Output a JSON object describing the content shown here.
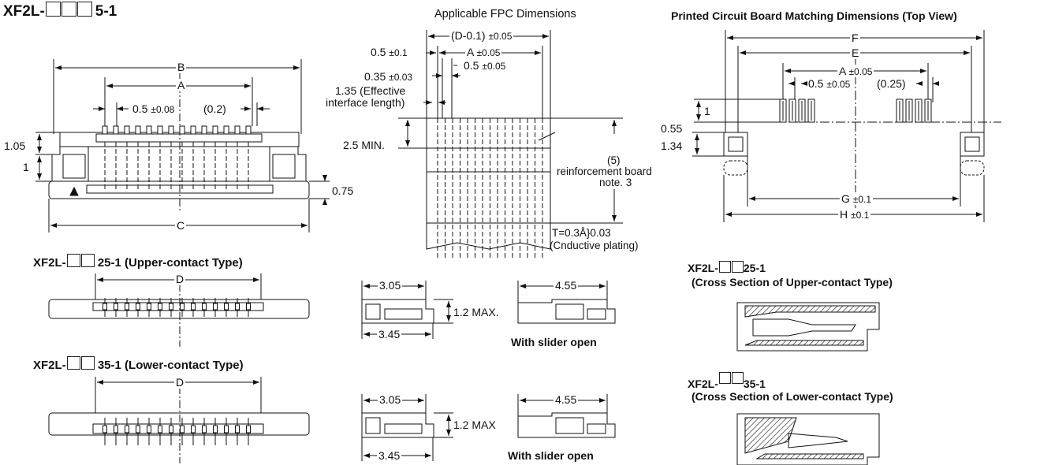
{
  "titles": {
    "main": "XF2L-",
    "main_suffix": "5-1",
    "fpc": "Applicable FPC Dimensions",
    "pcb": "Printed Circuit Board Matching Dimensions (Top View)",
    "upper_prefix": "XF2L-",
    "upper_suffix": "25-1 (Upper-contact Type)",
    "lower_prefix": "XF2L-",
    "lower_suffix": "35-1 (Lower-contact Type)",
    "cross_upper_prefix": "XF2L-",
    "cross_upper_suffix": "25-1",
    "cross_upper_desc": "(Cross Section of Upper-contact Type)",
    "cross_lower_prefix": "XF2L-",
    "cross_lower_suffix": "35-1",
    "cross_lower_desc": "(Cross Section of Lower-contact Type)"
  },
  "front_view": {
    "B": "B",
    "A": "A",
    "pitch": "0.5",
    "pitch_tol": "±0.08",
    "gap": "(0.2)",
    "h1": "1.05",
    "h2": "1",
    "h3": "0.75",
    "C": "C"
  },
  "upper_view": {
    "D": "D"
  },
  "lower_view": {
    "D": "D"
  },
  "fpc": {
    "d_minus": "(D-0.1)",
    "d_tol": "±0.05",
    "a": "A",
    "a_tol": "±0.05",
    "w05a": "0.5",
    "w05a_tol": "±0.1",
    "w05b": "0.5",
    "w05b_tol": "±0.05",
    "w035": "0.35",
    "w035_tol": "±0.03",
    "eff1": "1.35 (Effective",
    "eff2": "interface length)",
    "min25": "2.5 MIN.",
    "reinf1": "(5)",
    "reinf2": "reinforcement board",
    "reinf3": "note. 3",
    "thick": "T=0.3Å}0.03",
    "plating": "(Cnductive plating)"
  },
  "side_views": {
    "v305a": "3.05",
    "v345a": "3.45",
    "max1": "1.2 MAX.",
    "v455a": "4.55",
    "open1": "With slider open",
    "v305b": "3.05",
    "v345b": "3.45",
    "max2": "1.2 MAX",
    "v455b": "4.55",
    "open2": "With slider open"
  },
  "pcb": {
    "F": "F",
    "E": "E",
    "A": "A",
    "a_tol": "±0.05",
    "p05": "0.5",
    "p05_tol": "±0.05",
    "p025": "(0.25)",
    "h1": "1",
    "h055": "0.55",
    "h134": "1.34",
    "G": "G",
    "g_tol": "±0.1",
    "H": "H",
    "h_tol": "±0.1"
  }
}
